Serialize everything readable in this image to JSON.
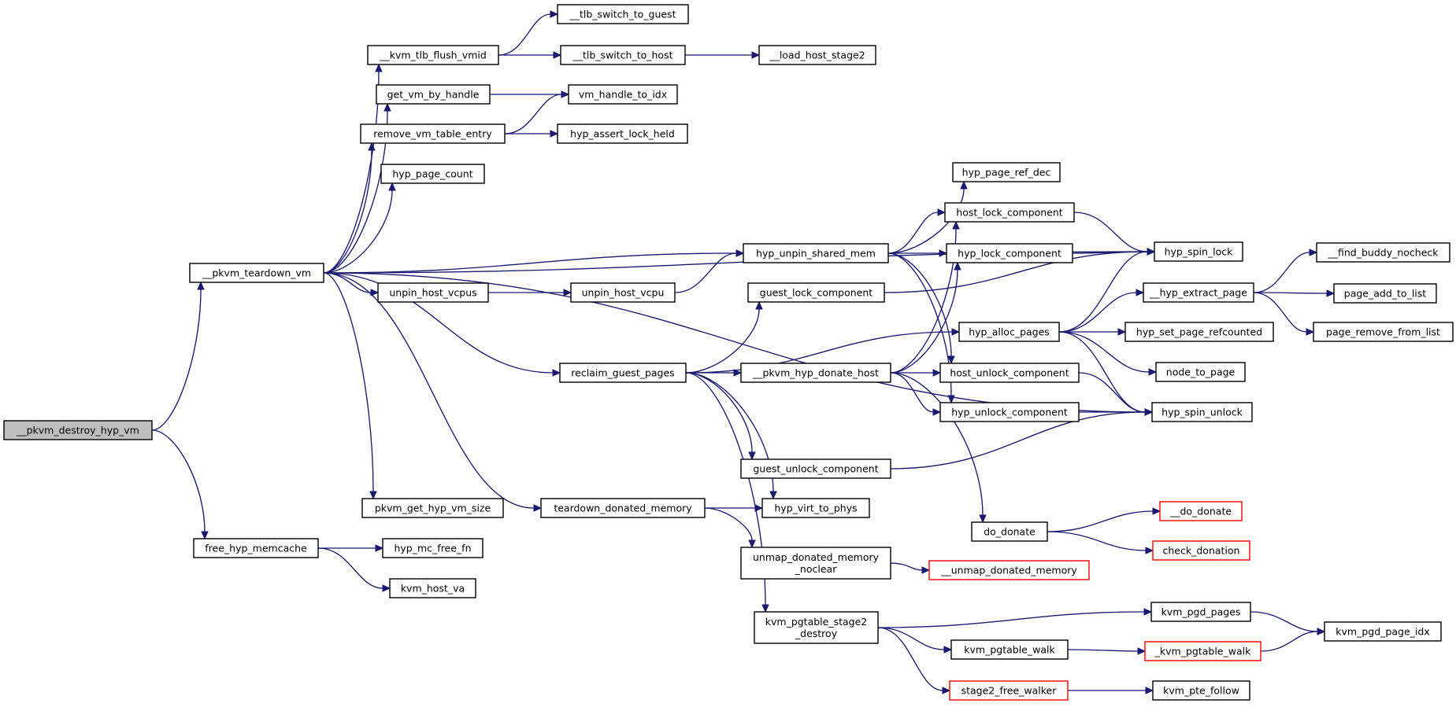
{
  "nodes": [
    {
      "id": "root",
      "lines": [
        "__pkvm_destroy_hyp_vm"
      ],
      "style": "root"
    },
    {
      "id": "teardown_vm",
      "lines": [
        "__pkvm_teardown_vm"
      ]
    },
    {
      "id": "free_hyp_memcache",
      "lines": [
        "free_hyp_memcache"
      ]
    },
    {
      "id": "kvm_tlb_flush_vmid",
      "lines": [
        "__kvm_tlb_flush_vmid"
      ]
    },
    {
      "id": "get_vm_by_handle",
      "lines": [
        "get_vm_by_handle"
      ]
    },
    {
      "id": "remove_vm_table_entry",
      "lines": [
        "remove_vm_table_entry"
      ]
    },
    {
      "id": "hyp_page_count",
      "lines": [
        "hyp_page_count"
      ]
    },
    {
      "id": "unpin_host_vcpus",
      "lines": [
        "unpin_host_vcpus"
      ]
    },
    {
      "id": "pkvm_get_hyp_vm_size",
      "lines": [
        "pkvm_get_hyp_vm_size"
      ]
    },
    {
      "id": "hyp_mc_free_fn",
      "lines": [
        "hyp_mc_free_fn"
      ]
    },
    {
      "id": "kvm_host_va",
      "lines": [
        "kvm_host_va"
      ]
    },
    {
      "id": "tlb_switch_to_guest",
      "lines": [
        "__tlb_switch_to_guest"
      ]
    },
    {
      "id": "tlb_switch_to_host",
      "lines": [
        "__tlb_switch_to_host"
      ]
    },
    {
      "id": "load_host_stage2",
      "lines": [
        "__load_host_stage2"
      ]
    },
    {
      "id": "vm_handle_to_idx",
      "lines": [
        "vm_handle_to_idx"
      ]
    },
    {
      "id": "hyp_assert_lock_held",
      "lines": [
        "hyp_assert_lock_held"
      ]
    },
    {
      "id": "unpin_host_vcpu",
      "lines": [
        "unpin_host_vcpu"
      ]
    },
    {
      "id": "reclaim_guest_pages",
      "lines": [
        "reclaim_guest_pages"
      ]
    },
    {
      "id": "teardown_donated_memory",
      "lines": [
        "teardown_donated_memory"
      ]
    },
    {
      "id": "hyp_unpin_shared_mem",
      "lines": [
        "hyp_unpin_shared_mem"
      ]
    },
    {
      "id": "guest_lock_component",
      "lines": [
        "guest_lock_component"
      ]
    },
    {
      "id": "pkvm_hyp_donate_host",
      "lines": [
        "__pkvm_hyp_donate_host"
      ]
    },
    {
      "id": "guest_unlock_component",
      "lines": [
        "guest_unlock_component"
      ]
    },
    {
      "id": "hyp_virt_to_phys",
      "lines": [
        "hyp_virt_to_phys"
      ]
    },
    {
      "id": "unmap_donated_memory_noclear",
      "lines": [
        "unmap_donated_memory",
        "_noclear"
      ]
    },
    {
      "id": "kvm_pgtable_stage2_destroy",
      "lines": [
        "kvm_pgtable_stage2",
        "_destroy"
      ]
    },
    {
      "id": "hyp_page_ref_dec",
      "lines": [
        "hyp_page_ref_dec"
      ]
    },
    {
      "id": "host_lock_component",
      "lines": [
        "host_lock_component"
      ]
    },
    {
      "id": "hyp_lock_component",
      "lines": [
        "hyp_lock_component"
      ]
    },
    {
      "id": "hyp_alloc_pages",
      "lines": [
        "hyp_alloc_pages"
      ]
    },
    {
      "id": "host_unlock_component",
      "lines": [
        "host_unlock_component"
      ]
    },
    {
      "id": "hyp_unlock_component",
      "lines": [
        "hyp_unlock_component"
      ]
    },
    {
      "id": "do_donate",
      "lines": [
        "do_donate"
      ]
    },
    {
      "id": "unmap_donated_memory",
      "lines": [
        "__unmap_donated_memory"
      ],
      "style": "red"
    },
    {
      "id": "kvm_pgtable_walk",
      "lines": [
        "kvm_pgtable_walk"
      ]
    },
    {
      "id": "stage2_free_walker",
      "lines": [
        "stage2_free_walker"
      ],
      "style": "red"
    },
    {
      "id": "hyp_spin_lock",
      "lines": [
        "hyp_spin_lock"
      ]
    },
    {
      "id": "hyp_extract_page",
      "lines": [
        "__hyp_extract_page"
      ]
    },
    {
      "id": "hyp_set_page_refcounted",
      "lines": [
        "hyp_set_page_refcounted"
      ]
    },
    {
      "id": "node_to_page",
      "lines": [
        "node_to_page"
      ]
    },
    {
      "id": "hyp_spin_unlock",
      "lines": [
        "hyp_spin_unlock"
      ]
    },
    {
      "id": "do_donate_inner",
      "lines": [
        "__do_donate"
      ],
      "style": "red"
    },
    {
      "id": "check_donation",
      "lines": [
        "check_donation"
      ],
      "style": "red"
    },
    {
      "id": "kvm_pgd_pages",
      "lines": [
        "kvm_pgd_pages"
      ]
    },
    {
      "id": "kvm_pgtable_walk_inner",
      "lines": [
        "_kvm_pgtable_walk"
      ],
      "style": "red"
    },
    {
      "id": "kvm_pte_follow",
      "lines": [
        "kvm_pte_follow"
      ]
    },
    {
      "id": "find_buddy_nocheck",
      "lines": [
        "__find_buddy_nocheck"
      ]
    },
    {
      "id": "page_add_to_list",
      "lines": [
        "page_add_to_list"
      ]
    },
    {
      "id": "page_remove_from_list",
      "lines": [
        "page_remove_from_list"
      ]
    },
    {
      "id": "kvm_pgd_page_idx",
      "lines": [
        "kvm_pgd_page_idx"
      ]
    }
  ],
  "edges": [
    [
      "root",
      "teardown_vm"
    ],
    [
      "root",
      "free_hyp_memcache"
    ],
    [
      "teardown_vm",
      "kvm_tlb_flush_vmid"
    ],
    [
      "teardown_vm",
      "get_vm_by_handle"
    ],
    [
      "teardown_vm",
      "remove_vm_table_entry"
    ],
    [
      "teardown_vm",
      "hyp_page_count"
    ],
    [
      "teardown_vm",
      "hyp_spin_lock"
    ],
    [
      "teardown_vm",
      "hyp_unpin_shared_mem"
    ],
    [
      "teardown_vm",
      "unpin_host_vcpus"
    ],
    [
      "teardown_vm",
      "reclaim_guest_pages"
    ],
    [
      "teardown_vm",
      "hyp_spin_unlock"
    ],
    [
      "teardown_vm",
      "teardown_donated_memory"
    ],
    [
      "teardown_vm",
      "pkvm_get_hyp_vm_size"
    ],
    [
      "free_hyp_memcache",
      "hyp_mc_free_fn"
    ],
    [
      "free_hyp_memcache",
      "kvm_host_va"
    ],
    [
      "kvm_tlb_flush_vmid",
      "tlb_switch_to_guest"
    ],
    [
      "kvm_tlb_flush_vmid",
      "tlb_switch_to_host"
    ],
    [
      "tlb_switch_to_host",
      "load_host_stage2"
    ],
    [
      "get_vm_by_handle",
      "vm_handle_to_idx"
    ],
    [
      "remove_vm_table_entry",
      "vm_handle_to_idx"
    ],
    [
      "remove_vm_table_entry",
      "hyp_assert_lock_held"
    ],
    [
      "unpin_host_vcpus",
      "unpin_host_vcpu"
    ],
    [
      "unpin_host_vcpu",
      "hyp_unpin_shared_mem"
    ],
    [
      "hyp_unpin_shared_mem",
      "hyp_page_ref_dec"
    ],
    [
      "hyp_unpin_shared_mem",
      "host_lock_component"
    ],
    [
      "hyp_unpin_shared_mem",
      "hyp_lock_component"
    ],
    [
      "hyp_unpin_shared_mem",
      "host_unlock_component"
    ],
    [
      "hyp_unpin_shared_mem",
      "hyp_unlock_component"
    ],
    [
      "reclaim_guest_pages",
      "guest_lock_component"
    ],
    [
      "reclaim_guest_pages",
      "hyp_alloc_pages"
    ],
    [
      "reclaim_guest_pages",
      "pkvm_hyp_donate_host"
    ],
    [
      "reclaim_guest_pages",
      "guest_unlock_component"
    ],
    [
      "reclaim_guest_pages",
      "hyp_virt_to_phys"
    ],
    [
      "reclaim_guest_pages",
      "kvm_pgtable_stage2_destroy"
    ],
    [
      "teardown_donated_memory",
      "hyp_virt_to_phys"
    ],
    [
      "teardown_donated_memory",
      "unmap_donated_memory_noclear"
    ],
    [
      "guest_lock_component",
      "hyp_spin_lock"
    ],
    [
      "guest_unlock_component",
      "hyp_spin_unlock"
    ],
    [
      "pkvm_hyp_donate_host",
      "host_lock_component"
    ],
    [
      "pkvm_hyp_donate_host",
      "hyp_lock_component"
    ],
    [
      "pkvm_hyp_donate_host",
      "host_unlock_component"
    ],
    [
      "pkvm_hyp_donate_host",
      "hyp_unlock_component"
    ],
    [
      "pkvm_hyp_donate_host",
      "do_donate"
    ],
    [
      "unmap_donated_memory_noclear",
      "unmap_donated_memory"
    ],
    [
      "kvm_pgtable_stage2_destroy",
      "kvm_pgd_pages"
    ],
    [
      "kvm_pgtable_stage2_destroy",
      "kvm_pgtable_walk"
    ],
    [
      "kvm_pgtable_stage2_destroy",
      "stage2_free_walker"
    ],
    [
      "host_lock_component",
      "hyp_spin_lock"
    ],
    [
      "hyp_lock_component",
      "hyp_spin_lock"
    ],
    [
      "host_unlock_component",
      "hyp_spin_unlock"
    ],
    [
      "hyp_unlock_component",
      "hyp_spin_unlock"
    ],
    [
      "hyp_alloc_pages",
      "hyp_spin_lock"
    ],
    [
      "hyp_alloc_pages",
      "hyp_extract_page"
    ],
    [
      "hyp_alloc_pages",
      "hyp_set_page_refcounted"
    ],
    [
      "hyp_alloc_pages",
      "node_to_page"
    ],
    [
      "hyp_alloc_pages",
      "hyp_spin_unlock"
    ],
    [
      "do_donate",
      "do_donate_inner"
    ],
    [
      "do_donate",
      "check_donation"
    ],
    [
      "kvm_pgtable_walk",
      "kvm_pgtable_walk_inner"
    ],
    [
      "stage2_free_walker",
      "kvm_pte_follow"
    ],
    [
      "hyp_extract_page",
      "find_buddy_nocheck"
    ],
    [
      "hyp_extract_page",
      "page_add_to_list"
    ],
    [
      "hyp_extract_page",
      "page_remove_from_list"
    ],
    [
      "kvm_pgd_pages",
      "kvm_pgd_page_idx"
    ],
    [
      "kvm_pgtable_walk_inner",
      "kvm_pgd_page_idx"
    ]
  ],
  "colors": {
    "edge": "#191970",
    "node_border": "#000000",
    "root_fill": "#bfbfbf",
    "red_border": "#ff0000"
  }
}
